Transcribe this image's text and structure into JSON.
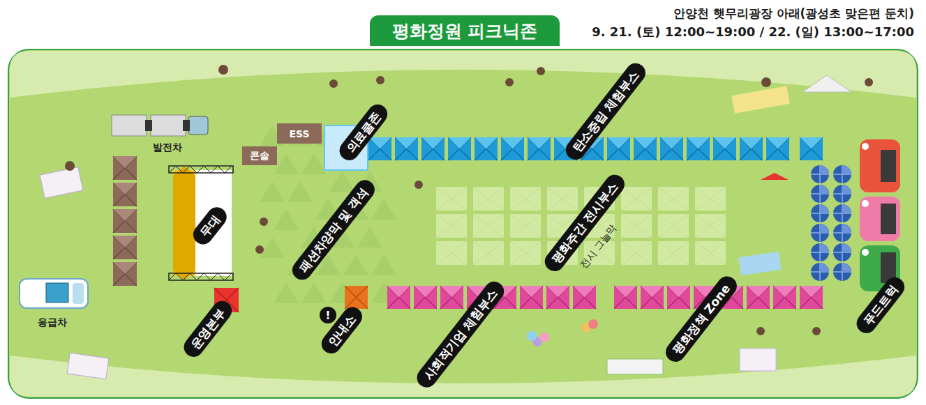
{
  "diagram": {
    "title": "평화정원 피크닉존",
    "nodes": [
      {
        "text": [
          "평화정원 피크닉존"
        ]
      },
      {
        "text": [
          "ESS"
        ]
      },
      {
        "text": [
          "콘솔"
        ]
      },
      {
        "text": [
          "의료쿨존"
        ]
      },
      {
        "text": [
          "탄소중립 체험부스"
        ]
      },
      {
        "text": [
          "무대"
        ]
      },
      {
        "text": [
          "패션차양막 및 객석"
        ]
      },
      {
        "text": [
          "평화주간 전시부스"
        ]
      },
      {
        "text": [
          "운영본부"
        ]
      },
      {
        "text": [
          "안내소"
        ]
      },
      {
        "text": [
          "사회적기업 체험부스"
        ]
      },
      {
        "text": [
          "평화정책 Zone"
        ]
      },
      {
        "text": [
          "푸드트럭"
        ]
      }
    ],
    "labels": [
      "안양천 햇무리광장 아래(광성초 맞은편 둔치)",
      "9. 21. (토) 12:00~19:00 / 22. (일) 13:00~17:00",
      "발전차",
      "!",
      "전시 그늘막",
      "응급차"
    ]
  }
}
